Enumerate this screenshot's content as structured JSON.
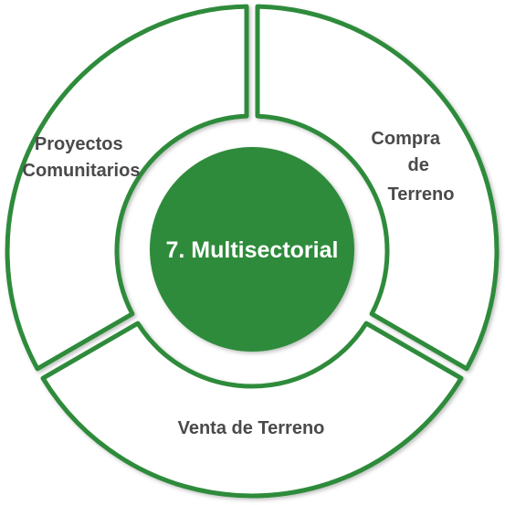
{
  "diagram": {
    "center_label": "7. Multisectorial",
    "segments": [
      {
        "label_lines": [
          "Proyectos",
          "Comunitarios"
        ]
      },
      {
        "label_lines": [
          "Compra",
          "de",
          "Terreno"
        ]
      },
      {
        "label_lines": [
          "Venta de Terreno"
        ]
      }
    ]
  },
  "colors": {
    "accent": "#2e8b3a",
    "segment_fill": "#ffffff",
    "label_text": "#4a4a4a",
    "center_text": "#ffffff"
  }
}
